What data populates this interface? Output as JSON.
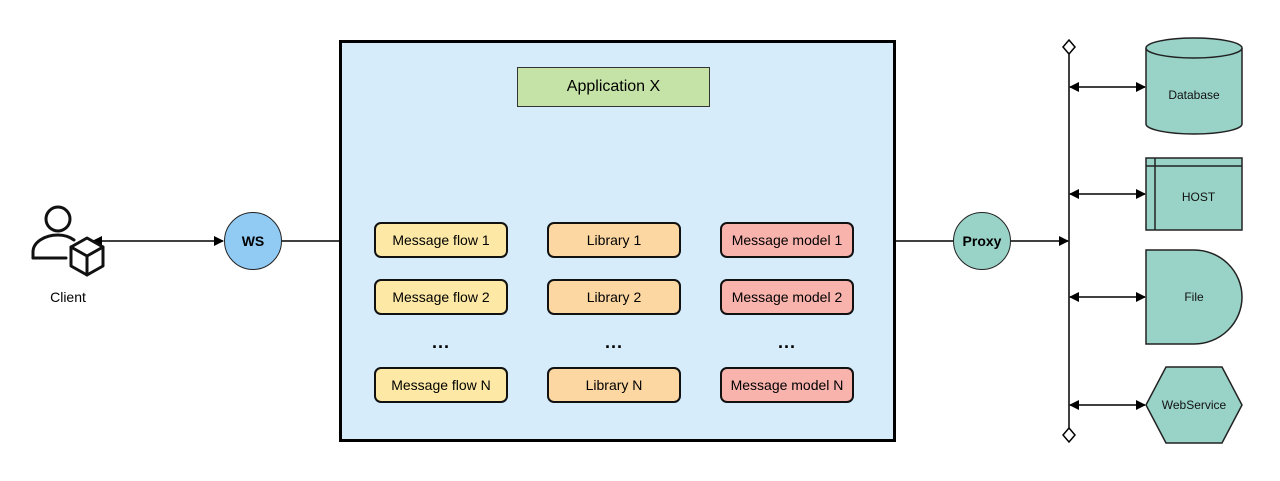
{
  "client": {
    "label": "Client",
    "icon": "user-package-icon"
  },
  "ws": {
    "label": "WS"
  },
  "proxy": {
    "label": "Proxy"
  },
  "application": {
    "title": "Application X"
  },
  "columns": {
    "flows": [
      "Message flow 1",
      "Message flow 2",
      "Message flow N"
    ],
    "libraries": [
      "Library 1",
      "Library 2",
      "Library N"
    ],
    "models": [
      "Message model 1",
      "Message model 2",
      "Message model N"
    ],
    "ellipsis": "..."
  },
  "backends": {
    "database": "Database",
    "host": "HOST",
    "file": "File",
    "webservice": "WebService"
  },
  "colors": {
    "container": "#d6ecfb",
    "application": "#c6e3a7",
    "flow": "#fde9a5",
    "library": "#fcd7a2",
    "model": "#f9b3ad",
    "ws": "#91cbf4",
    "proxy": "#99d3c8",
    "backend": "#99d3c8"
  }
}
